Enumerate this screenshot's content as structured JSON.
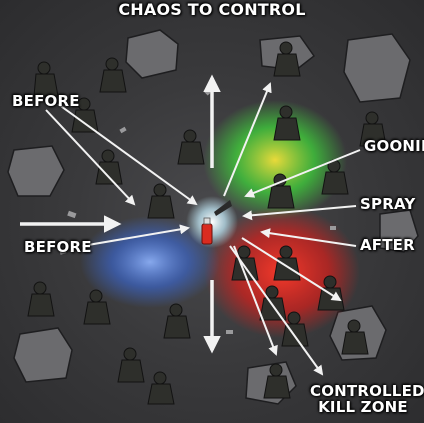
{
  "title": "CHAOS TO CONTROL",
  "labels": {
    "before_top": "BEFORE",
    "before_mid": "BEFORE",
    "gooning": "GOONING",
    "spray": "SPRAY",
    "after": "AFTER",
    "kill_zone_line1": "CONTROLLED",
    "kill_zone_line2": "KILL ZONE"
  },
  "colors": {
    "background": "#3a3a3c",
    "spray_green": "#3fd23a",
    "spray_yellow": "#f2e23a",
    "spray_red": "#e2231e",
    "spray_blue": "#3a6ee8",
    "arrow": "#f2f2f2",
    "text": "#ffffff"
  },
  "icons": {
    "center": "spray-can-icon",
    "figures": "soldier-icon",
    "cover": "concrete-block-icon"
  }
}
